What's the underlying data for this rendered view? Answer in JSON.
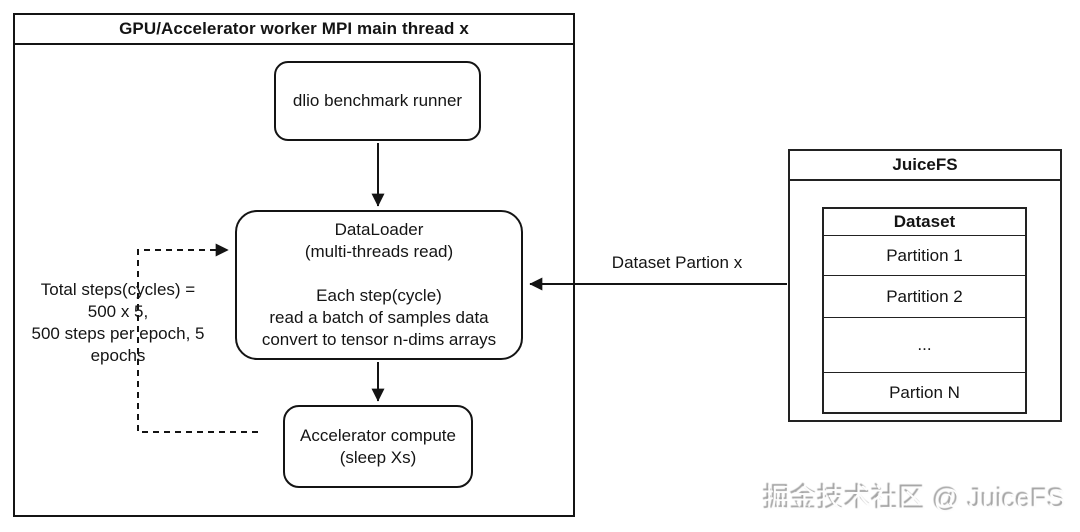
{
  "worker": {
    "title": "GPU/Accelerator worker MPI main thread x",
    "nodes": {
      "dlio": {
        "label": "dlio benchmark runner"
      },
      "dataloader": {
        "label": "DataLoader\n(multi-threads read)\n\nEach step(cycle)\nread a batch of samples data\nconvert to tensor n-dims arrays"
      },
      "accelerator": {
        "label": "Accelerator compute\n(sleep Xs)"
      }
    },
    "loop_note": "Total steps(cycles) =\n500 x 5,\n500 steps per epoch, 5\nepochs"
  },
  "connections": {
    "dataset_arrow_label": "Dataset Partion x"
  },
  "juicefs": {
    "title": "JuiceFS",
    "dataset_table": {
      "header": "Dataset",
      "rows": [
        "Partition 1",
        "Partition 2",
        "...",
        "Partion N"
      ]
    }
  },
  "watermark": {
    "text": "掘金技术社区 @ JuiceFS"
  },
  "colors": {
    "line": "#141414",
    "background": "#ffffff",
    "watermark_text": "#fdfdfd",
    "watermark_shadow": "#a3a3a3"
  }
}
